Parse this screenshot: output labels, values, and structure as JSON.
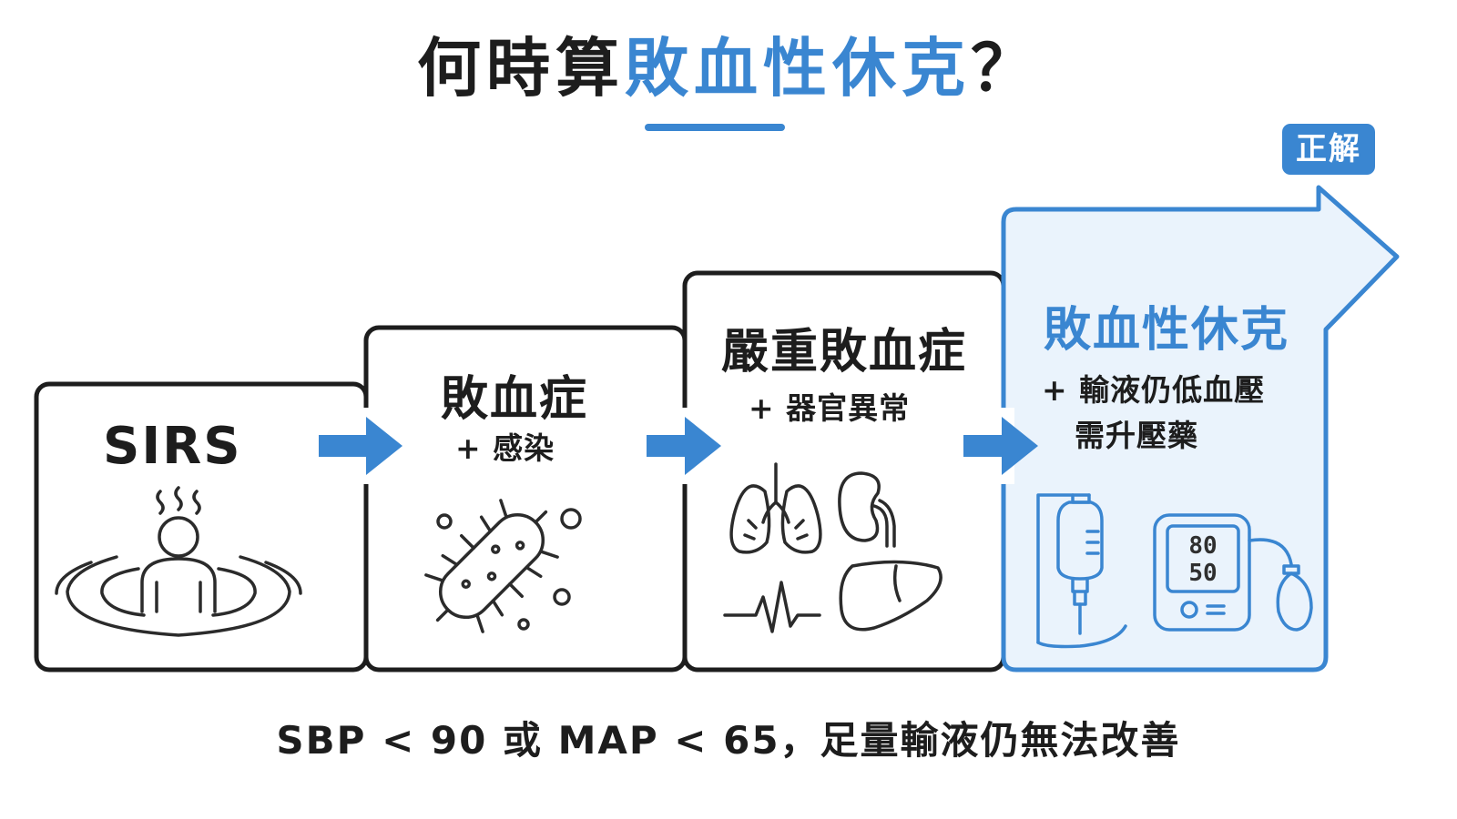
{
  "title": {
    "prefix": "何時算",
    "highlight": "敗血性休克",
    "suffix": "？"
  },
  "answer_badge": "正解",
  "stages": [
    {
      "label": "SIRS",
      "sub": []
    },
    {
      "label": "敗血症",
      "sub": [
        "+ 感染"
      ]
    },
    {
      "label": "嚴重敗血症",
      "sub": [
        "+ 器官異常"
      ]
    },
    {
      "label": "敗血性休克",
      "sub": [
        "+ 輸液仍低血壓",
        "需升壓藥"
      ]
    }
  ],
  "bp_monitor": {
    "systolic": "80",
    "diastolic": "50"
  },
  "footer": "SBP < 90 或 MAP < 65，足量輸液仍無法改善",
  "colors": {
    "accent": "#3a86d1",
    "accent_fill": "#eaf3fc",
    "outline": "#1d1d1d"
  },
  "icons": [
    "sweating-person-icon",
    "bacteria-icon",
    "lungs-icon",
    "kidney-icon",
    "heartbeat-icon",
    "liver-icon",
    "iv-drip-icon",
    "blood-pressure-monitor-icon"
  ]
}
